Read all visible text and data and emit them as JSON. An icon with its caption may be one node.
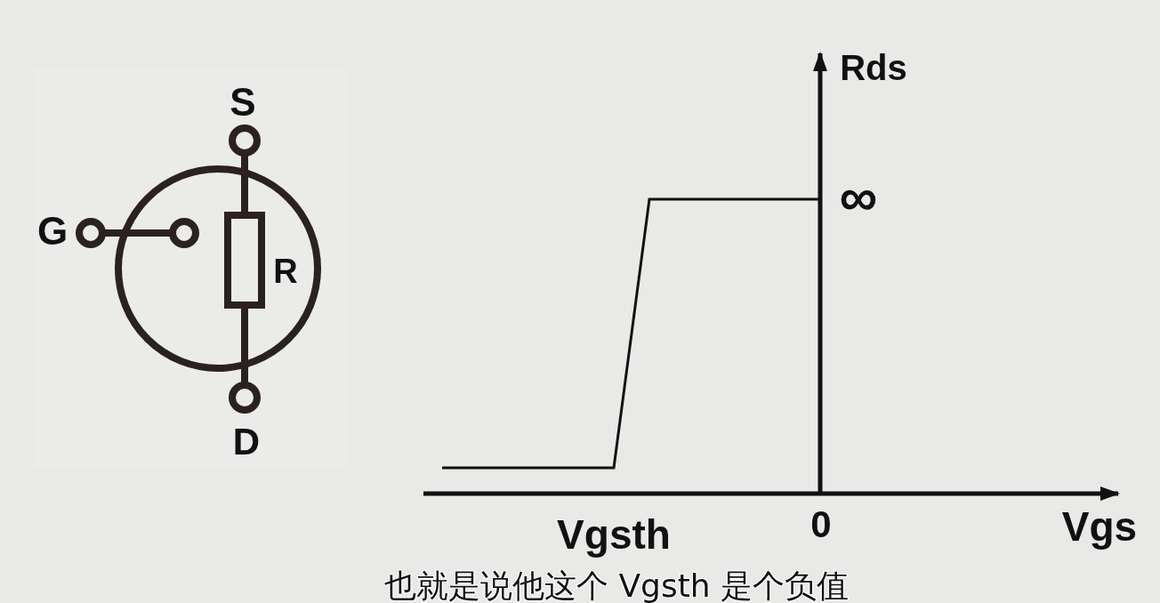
{
  "diagram": {
    "caption": "也就是说他这个 Vgsth 是个负值",
    "labels": [
      "S",
      "G",
      "R",
      "D",
      "Rds",
      "∞",
      "Vgsth",
      "0",
      "Vgs"
    ]
  }
}
